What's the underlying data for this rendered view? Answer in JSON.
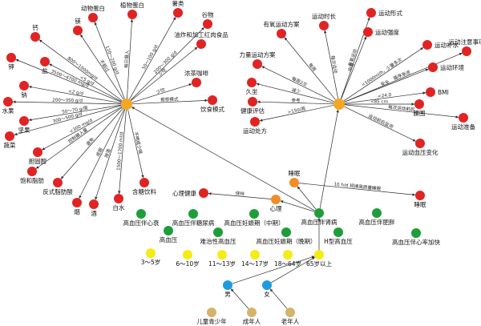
{
  "colors": {
    "hub": "#F5A623",
    "red": "#E02424",
    "green": "#1E9E3A",
    "orange": "#F28C28",
    "yellow": "#F6EB16",
    "blue": "#1E9BE0",
    "tan": "#D6B36A",
    "edge": "#2a2a2a"
  },
  "nodes": {
    "diet_hub": {
      "label": "",
      "color": "hub"
    },
    "sport_hub": {
      "label": "",
      "color": "hub"
    },
    "animal_protein": {
      "label": "动物蛋白",
      "color": "red"
    },
    "plant_protein": {
      "label": "植物蛋白",
      "color": "red"
    },
    "tubers": {
      "label": "薯类",
      "color": "red"
    },
    "grains": {
      "label": "谷物",
      "color": "red"
    },
    "calcium": {
      "label": "钙",
      "color": "red"
    },
    "magnesium": {
      "label": "镁",
      "color": "red"
    },
    "oil_meat": {
      "label": "油炸和加工红肉食品",
      "color": "red"
    },
    "potassium": {
      "label": "钾",
      "color": "red"
    },
    "salt": {
      "label": "盐",
      "color": "red"
    },
    "tea_coffee": {
      "label": "浓茶咖啡",
      "color": "red"
    },
    "sodium": {
      "label": "钠",
      "color": "red"
    },
    "fruit": {
      "label": "水果",
      "color": "red"
    },
    "diet_pattern": {
      "label": "饮食模式",
      "color": "red"
    },
    "nuts": {
      "label": "坚果",
      "color": "red"
    },
    "vegetables": {
      "label": "蔬菜",
      "color": "red"
    },
    "cholesterol": {
      "label": "胆固醇",
      "color": "red"
    },
    "sat_fat": {
      "label": "饱和脂肪",
      "color": "red"
    },
    "trans_fat": {
      "label": "反式脂肪酸",
      "color": "red"
    },
    "smoke": {
      "label": "烟",
      "color": "red"
    },
    "alcohol": {
      "label": "酒",
      "color": "red"
    },
    "water": {
      "label": "白水",
      "color": "red"
    },
    "sugar_drink": {
      "label": "含糖饮料",
      "color": "red"
    },
    "aerobic": {
      "label": "有氧运动方案",
      "color": "red"
    },
    "exercise_time": {
      "label": "运动时长",
      "color": "red"
    },
    "exercise_form": {
      "label": "运动形式",
      "color": "red"
    },
    "intensity": {
      "label": "运动强度",
      "color": "red"
    },
    "strength": {
      "label": "力量运动方案",
      "color": "red"
    },
    "hydration": {
      "label": "运动补水",
      "color": "red"
    },
    "environment": {
      "label": "运动环境",
      "color": "red"
    },
    "attention": {
      "label": "运动注意事项",
      "color": "red"
    },
    "sitting": {
      "label": "久坐",
      "color": "red"
    },
    "health_eval": {
      "label": "健康评估",
      "color": "red"
    },
    "bmi": {
      "label": "BMI",
      "color": "red"
    },
    "waist": {
      "label": "腰围",
      "color": "red"
    },
    "prescription": {
      "label": "运动处方",
      "color": "red"
    },
    "preparation": {
      "label": "运动准备",
      "color": "red"
    },
    "bp_change": {
      "label": "运动血压变化",
      "color": "red"
    },
    "sleep_orange": {
      "label": "睡眠",
      "color": "orange"
    },
    "sleep_red": {
      "label": "睡眠",
      "color": "red"
    },
    "mental_health": {
      "label": "心理健康",
      "color": "red"
    },
    "psychology": {
      "label": "心理",
      "color": "orange"
    },
    "ht_kidney": {
      "label": "高血压伴肾病",
      "color": "green"
    },
    "ht_hf": {
      "label": "高血压伴心衰",
      "color": "green"
    },
    "ht_diabetes": {
      "label": "高血压伴糖尿病",
      "color": "green"
    },
    "preg_mid": {
      "label": "高血压妊娠期（中期）",
      "color": "green"
    },
    "ht_obesity": {
      "label": "高血压伴肥胖",
      "color": "green"
    },
    "hypertension": {
      "label": "高血压",
      "color": "green"
    },
    "refractory": {
      "label": "难治性高血压",
      "color": "green"
    },
    "preg_late": {
      "label": "高血压妊娠期（晚期）",
      "color": "green"
    },
    "h_type": {
      "label": "H型高血压",
      "color": "green"
    },
    "ht_tachy": {
      "label": "高血压伴心率加快",
      "color": "green"
    },
    "age_3_5": {
      "label": "3～5岁",
      "color": "yellow"
    },
    "age_6_10": {
      "label": "6～10岁",
      "color": "yellow"
    },
    "age_11_13": {
      "label": "11～13岁",
      "color": "yellow"
    },
    "age_14_17": {
      "label": "14～17岁",
      "color": "yellow"
    },
    "age_18_64": {
      "label": "18～64岁",
      "color": "yellow"
    },
    "age_65": {
      "label": "65岁以上",
      "color": "yellow"
    },
    "male": {
      "label": "男",
      "color": "blue"
    },
    "female": {
      "label": "女",
      "color": "blue"
    },
    "teen": {
      "label": "儿童青少年",
      "color": "tan"
    },
    "adult": {
      "label": "成年人",
      "color": "tan"
    },
    "elderly": {
      "label": "老年人",
      "color": "tan"
    }
  },
  "edges": [
    {
      "from": "diet_hub",
      "to": "animal_protein",
      "label": "120～200 g/d"
    },
    {
      "from": "diet_hub",
      "to": "plant_protein",
      "label": "每日摄入"
    },
    {
      "from": "diet_hub",
      "to": "tubers",
      "label": "50～100 g/d"
    },
    {
      "from": "diet_hub",
      "to": "grains",
      "label": "200～300 g/d"
    },
    {
      "from": "diet_hub",
      "to": "calcium",
      "label": "800～1000mg/d"
    },
    {
      "from": "diet_hub",
      "to": "magnesium",
      "label": "不超过"
    },
    {
      "from": "diet_hub",
      "to": "oil_meat",
      "label": "少吃"
    },
    {
      "from": "diet_hub",
      "to": "potassium",
      "label": "3500～4700 mg/d"
    },
    {
      "from": "diet_hub",
      "to": "salt",
      "label": "<5 g/d"
    },
    {
      "from": "diet_hub",
      "to": "tea_coffee",
      "label": "少饮"
    },
    {
      "from": "diet_hub",
      "to": "sodium",
      "label": "<2 g/d"
    },
    {
      "from": "diet_hub",
      "to": "fruit",
      "label": "200～350 g/d"
    },
    {
      "from": "diet_hub",
      "to": "diet_pattern",
      "label": "推荐模式"
    },
    {
      "from": "diet_hub",
      "to": "nuts",
      "label": "50～70 g/周"
    },
    {
      "from": "diet_hub",
      "to": "vegetables",
      "label": "300～500 g/d"
    },
    {
      "from": "diet_hub",
      "to": "cholesterol",
      "label": "<300 mg/d"
    },
    {
      "from": "diet_hub",
      "to": "sat_fat",
      "label": "控制摄入量"
    },
    {
      "from": "diet_hub",
      "to": "trans_fat",
      "label": "避免"
    },
    {
      "from": "diet_hub",
      "to": "smoke",
      "label": "戒烟"
    },
    {
      "from": "diet_hub",
      "to": "alcohol",
      "label": "限酒"
    },
    {
      "from": "diet_hub",
      "to": "water",
      "label": "1500～1700 ml/d"
    },
    {
      "from": "diet_hub",
      "to": "sugar_drink",
      "label": "不喝或少喝"
    },
    {
      "from": "sport_hub",
      "to": "aerobic",
      "label": "每周"
    },
    {
      "from": "sport_hub",
      "to": "exercise_time",
      "label": "每次运动"
    },
    {
      "from": "sport_hub",
      "to": "exercise_form",
      "label": "有氧运动"
    },
    {
      "from": "sport_hub",
      "to": "intensity",
      "label": "中等"
    },
    {
      "from": "sport_hub",
      "to": "strength",
      "label": "每周2次"
    },
    {
      "from": "sport_hub",
      "to": "hydration",
      "label": "<1000ml/h，少量多次"
    },
    {
      "from": "sport_hub",
      "to": "environment",
      "label": "安全"
    },
    {
      "from": "sport_hub",
      "to": "attention",
      "label": "循序渐进"
    },
    {
      "from": "sport_hub",
      "to": "sitting",
      "label": "减少"
    },
    {
      "from": "sport_hub",
      "to": "health_eval",
      "label": "参考"
    },
    {
      "from": "sport_hub",
      "to": "bmi",
      "label": "<24.0"
    },
    {
      "from": "sport_hub",
      "to": "waist",
      "label": "<85 cm"
    },
    {
      "from": "sport_hub",
      "to": "prescription",
      "label": ">150/周"
    },
    {
      "from": "sport_hub",
      "to": "preparation",
      "label": "每次运动前后"
    },
    {
      "from": "sport_hub",
      "to": "bp_change",
      "label": "运动前后监测"
    },
    {
      "from": "psychology",
      "to": "mental_health",
      "label": "保持"
    },
    {
      "from": "sleep_orange",
      "to": "sleep_red",
      "label": "10 h/d 规律高质量睡眠"
    },
    {
      "from": "ht_kidney",
      "to": "diet_hub",
      "label": ""
    },
    {
      "from": "ht_kidney",
      "to": "sport_hub",
      "label": ""
    },
    {
      "from": "ht_kidney",
      "to": "sleep_orange",
      "label": ""
    },
    {
      "from": "ht_kidney",
      "to": "psychology",
      "label": ""
    },
    {
      "from": "age_65",
      "to": "ht_kidney",
      "label": ""
    },
    {
      "from": "male",
      "to": "age_65",
      "label": ""
    },
    {
      "from": "female",
      "to": "age_65",
      "label": ""
    },
    {
      "from": "adult",
      "to": "male",
      "label": ""
    },
    {
      "from": "elderly",
      "to": "female",
      "label": ""
    }
  ]
}
